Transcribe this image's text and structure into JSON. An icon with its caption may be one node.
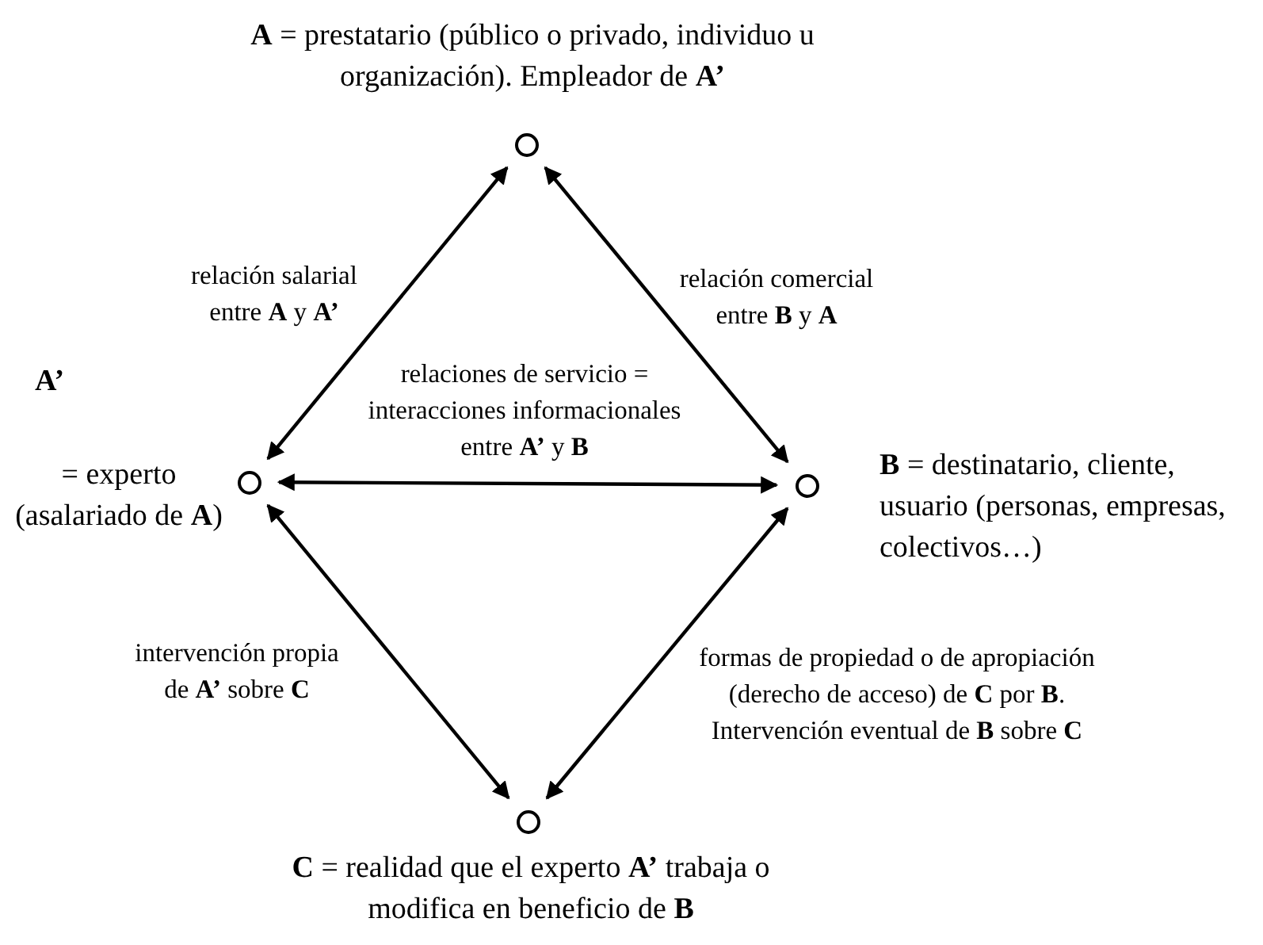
{
  "diagram": {
    "nodes": [
      {
        "text": [],
        "shape": "circle",
        "beside": [
          "**A** = prestatario (público o privado, individuo u organización). Empleador de **A’**"
        ]
      },
      {
        "text": [],
        "shape": "circle",
        "beside": [
          "A’",
          "= experto (asalariado de **A**)"
        ]
      },
      {
        "text": [],
        "shape": "circle",
        "beside": [
          "**B** = destinatario, cliente, usuario (personas, empresas, colectivos…)"
        ]
      },
      {
        "text": [],
        "shape": "circle",
        "beside": [
          "**C** = realidad que el experto **A’** trabaja o modifica en beneficio de **B**"
        ]
      }
    ],
    "edges": [
      {
        "from": 1,
        "to": 0,
        "arrow": "both",
        "label": "relación salarial entre **A** y **A’**"
      },
      {
        "from": 0,
        "to": 2,
        "arrow": "both",
        "label": "relación comercial entre **B** y **A**"
      },
      {
        "from": 1,
        "to": 2,
        "arrow": "both",
        "label": "relaciones de servicio = interacciones informacionales entre **A’** y **B**"
      },
      {
        "from": 1,
        "to": 3,
        "arrow": "both",
        "label": "intervención propia de **A’** sobre **C**"
      },
      {
        "from": 2,
        "to": 3,
        "arrow": "both",
        "label": "formas de propiedad o de apropiación (derecho de acceso) de **C** por **B**. Intervención eventual de **B** sobre **C**"
      }
    ]
  }
}
